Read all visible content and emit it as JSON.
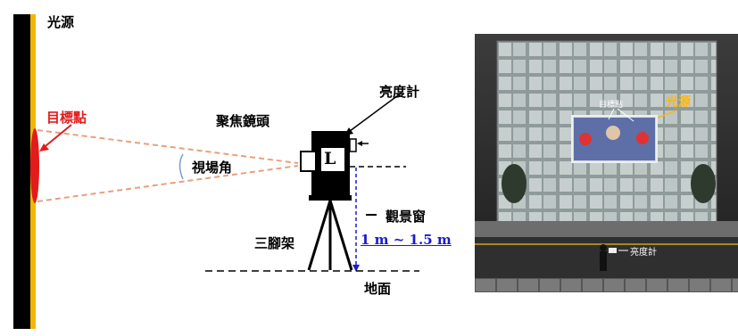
{
  "diagram": {
    "light_source": "光源",
    "target_point": "目標點",
    "luminance_meter": "亮度計",
    "focus_lens": "聚焦鏡頭",
    "viewing_angle": "視場角",
    "lens_mark": "L",
    "viewing_window": "觀景窗",
    "height_range": "1 m ~ 1.5 m",
    "tripod": "三腳架",
    "ground": "地面"
  },
  "scene": {
    "target_point": "目標點",
    "light_source": "光源",
    "luminance_meter": "亮度計"
  },
  "colors": {
    "accent_red": "#e31b1b",
    "accent_blue": "#1a1ad0",
    "light_strip": "#f2b705",
    "scene_label_orange": "#f5b71d"
  }
}
